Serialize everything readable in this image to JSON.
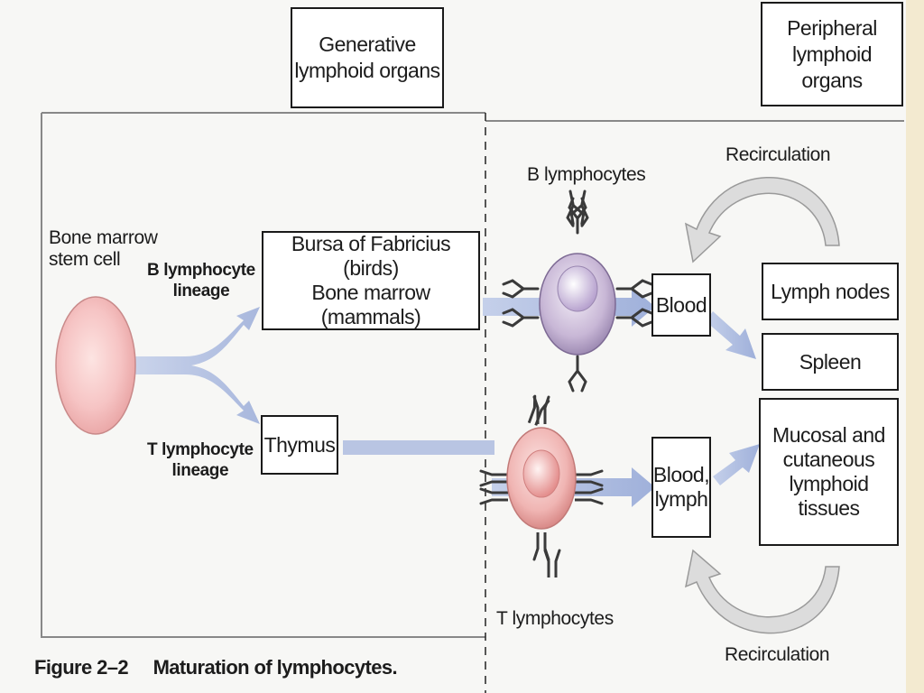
{
  "headers": {
    "generative_line1": "Generative",
    "generative_line2": "lymphoid organs",
    "peripheral_line1": "Peripheral",
    "peripheral_line2": "lymphoid organs"
  },
  "labels": {
    "stem_line1": "Bone marrow",
    "stem_line2": "stem cell",
    "b_lineage_line1": "B lymphocyte",
    "b_lineage_line2": "lineage",
    "t_lineage_line1": "T lymphocyte",
    "t_lineage_line2": "lineage",
    "b_lymphocytes": "B lymphocytes",
    "t_lymphocytes": "T lymphocytes",
    "recirculation_top": "Recirculation",
    "recirculation_bottom": "Recirculation"
  },
  "boxes": {
    "bursa_line1": "Bursa of Fabricius (birds)",
    "bursa_line2": "Bone marrow (mammals)",
    "thymus": "Thymus",
    "blood": "Blood",
    "blood_lymph_line1": "Blood,",
    "blood_lymph_line2": "lymph",
    "lymph_nodes": "Lymph nodes",
    "spleen": "Spleen",
    "mucosal_line1": "Mucosal and",
    "mucosal_line2": "cutaneous",
    "mucosal_line3": "lymphoid tissues"
  },
  "caption": {
    "number": "Figure 2–2",
    "title": "Maturation of lymphocytes."
  },
  "colors": {
    "arrow_fill": "#aab8dc",
    "b_cell_fill": "#c8b7d6",
    "t_cell_fill": "#f0b5b3",
    "stem_cell_fill": "#f6c4c4",
    "recirculation_fill": "#d9d9d9"
  }
}
